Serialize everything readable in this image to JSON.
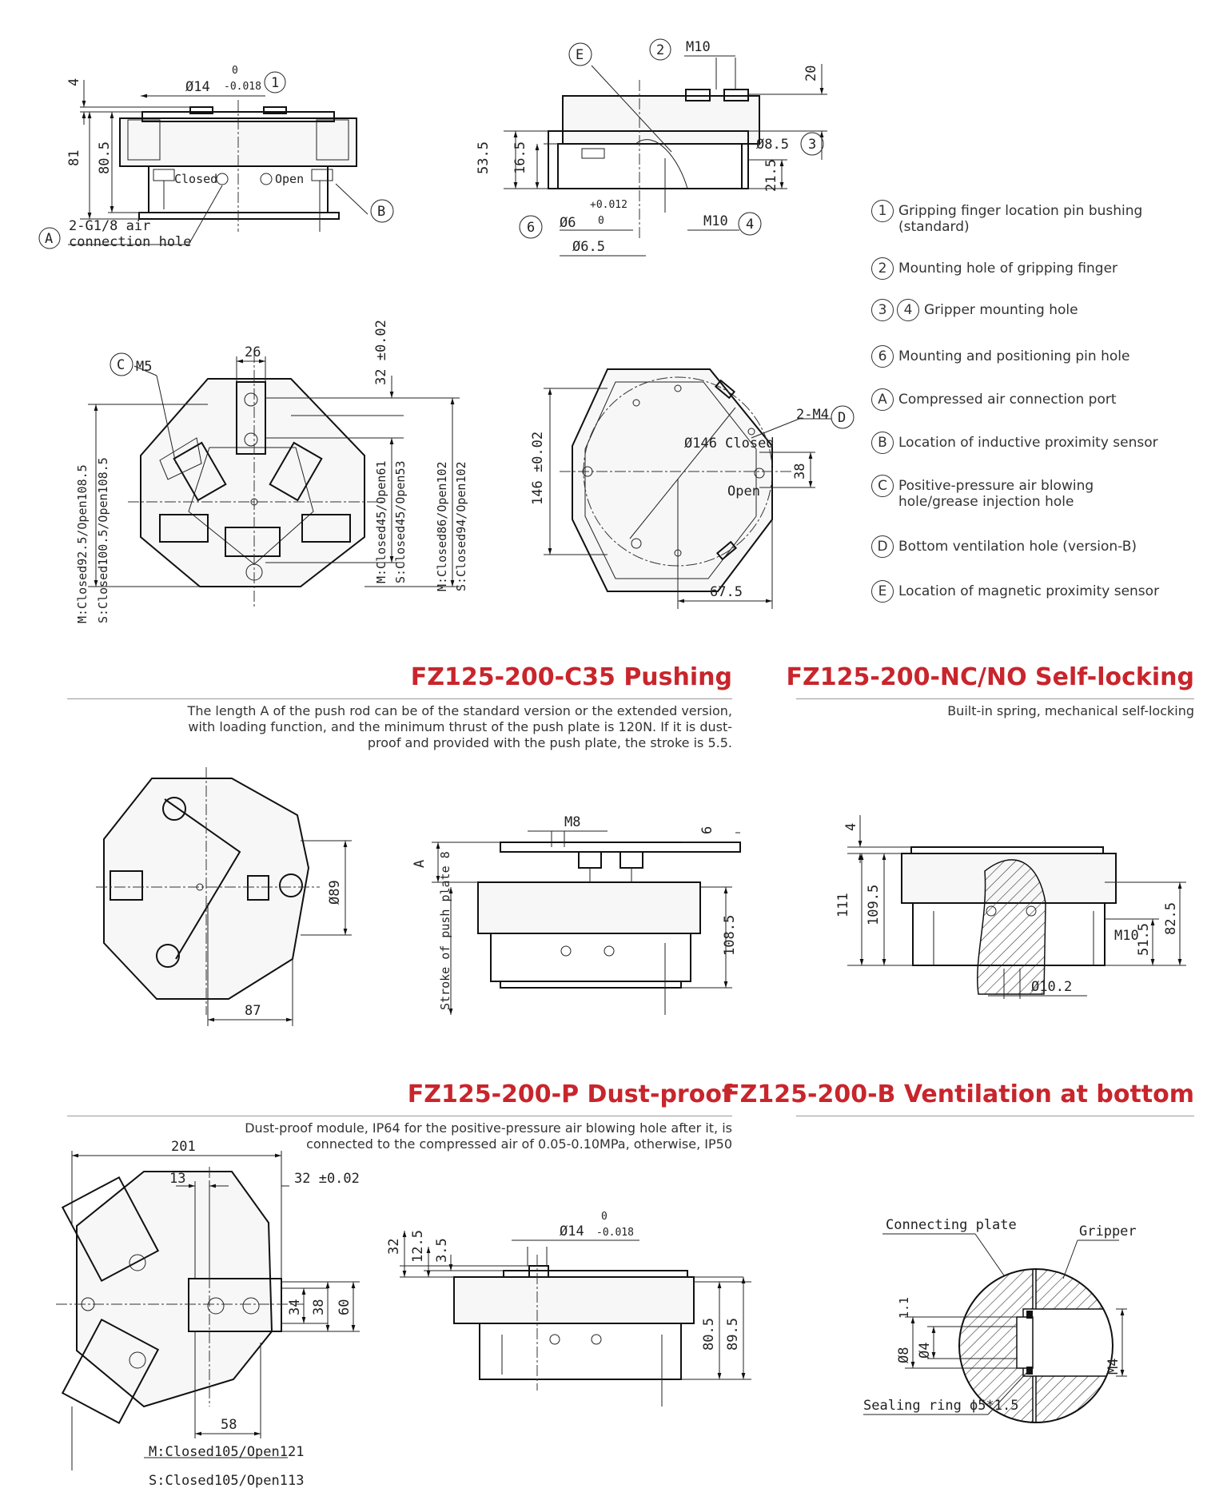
{
  "legend": [
    {
      "markers": [
        "1"
      ],
      "text": "Gripping finger location pin bushing (standard)"
    },
    {
      "markers": [
        "2"
      ],
      "text": "Mounting hole of gripping finger"
    },
    {
      "markers": [
        "3",
        "4"
      ],
      "text": "Gripper mounting hole"
    },
    {
      "markers": [
        "6"
      ],
      "text": "Mounting and positioning pin hole"
    },
    {
      "markers": [
        "A"
      ],
      "text": "Compressed air connection port"
    },
    {
      "markers": [
        "B"
      ],
      "text": "Location of inductive proximity sensor"
    },
    {
      "markers": [
        "C"
      ],
      "text": "Positive-pressure air blowing hole/grease injection hole"
    },
    {
      "markers": [
        "D"
      ],
      "text": "Bottom ventilation hole (version-B)"
    },
    {
      "markers": [
        "E"
      ],
      "text": "Location of magnetic proximity sensor"
    }
  ],
  "sections": {
    "c35": {
      "title": "FZ125-200-C35 Pushing",
      "desc": "The length A of the push rod can be of the standard version or the extended version, with loading function, and the minimum thrust of the push plate is 120N. If it is dust-proof and provided with the push plate, the stroke is 5.5."
    },
    "nc": {
      "title": "FZ125-200-NC/NO Self-locking",
      "desc": "Built-in spring, mechanical self-locking"
    },
    "p": {
      "title": "FZ125-200-P Dust-proof",
      "desc": "Dust-proof module, IP64 for the positive-pressure air blowing hole after it, is connected to the compressed air of 0.05-0.10MPa, otherwise, IP50"
    },
    "b": {
      "title": "FZ125-200-B Ventilation at bottom",
      "desc": ""
    }
  },
  "drawing_labels": {
    "d1": {
      "dim_4": "4",
      "dia14": "Ø14",
      "tol_up": "0",
      "tol_dn": "-0.018",
      "m1": "1",
      "dim_81": "81",
      "dim_805": "80.5",
      "closed": "Closed",
      "open": "Open",
      "callout_a": "A",
      "air_hole_1": "2-G1/8 air",
      "air_hole_2": "connection hole",
      "callout_b": "B"
    },
    "d2": {
      "callout_e": "E",
      "m2": "2",
      "m10_top": "M10",
      "dim_20": "20",
      "dia85": "Ø8.5",
      "m3": "3",
      "dim_535": "53.5",
      "dim_165": "16.5",
      "dim_215": "21.5",
      "m6": "6",
      "dia6": "Ø6",
      "tol6_up": "+0.012",
      "tol6_dn": "0",
      "m10_bot": "M10",
      "m4": "4",
      "dia65": "Ø6.5"
    },
    "d3": {
      "callout_c": "C",
      "m5": "M5",
      "dim_26": "26",
      "dim_32": "32 ±0.02",
      "left_1": "M:Closed92.5/Open108.5",
      "left_2": "S:Closed100.5/Open108.5",
      "mid_1": "M:Closed45/Open61",
      "mid_2": "S:Closed45/Open53",
      "right_1": "M:Closed86/Open102",
      "right_2": "S:Closed94/Open102"
    },
    "d4": {
      "dim_146": "146 ±0.02",
      "dia146": "Ø146 Closed",
      "m4_d": "2-M4",
      "callout_d": "D",
      "open": "Open",
      "dim_38": "38",
      "dim_675": "67.5"
    },
    "d5": {
      "dia89": "Ø89",
      "dim_87": "87"
    },
    "d6": {
      "m8": "M8",
      "dim_6": "6",
      "a": "A",
      "stroke": "Stroke of push plate 8",
      "dim_1085": "108.5"
    },
    "d7": {
      "dim_4": "4",
      "dim_111": "111",
      "dim_1095": "109.5",
      "m10": "M10",
      "dim_515": "51.5",
      "dim_825": "82.5",
      "dia102": "Ø10.2"
    },
    "d8": {
      "dim_201": "201",
      "dim_13": "13",
      "dim_32": "32 ±0.02",
      "dim_34": "34",
      "dim_38": "38",
      "dim_60": "60",
      "dim_58": "58",
      "bot_1": "M:Closed105/Open121",
      "bot_2": "S:Closed105/Open113"
    },
    "d9": {
      "dim_32": "32",
      "dim_125": "12.5",
      "dim_35": "3.5",
      "dia14": "Ø14",
      "tol_up": "0",
      "tol_dn": "-0.018",
      "dim_805": "80.5",
      "dim_895": "89.5"
    },
    "d10": {
      "plate": "Connecting plate",
      "gripper": "Gripper",
      "dia8": "Ø8",
      "depth": "1.1",
      "dia4": "Ø4",
      "m4": "M4",
      "ring": "Sealing ring ϕ5*1.5"
    }
  }
}
